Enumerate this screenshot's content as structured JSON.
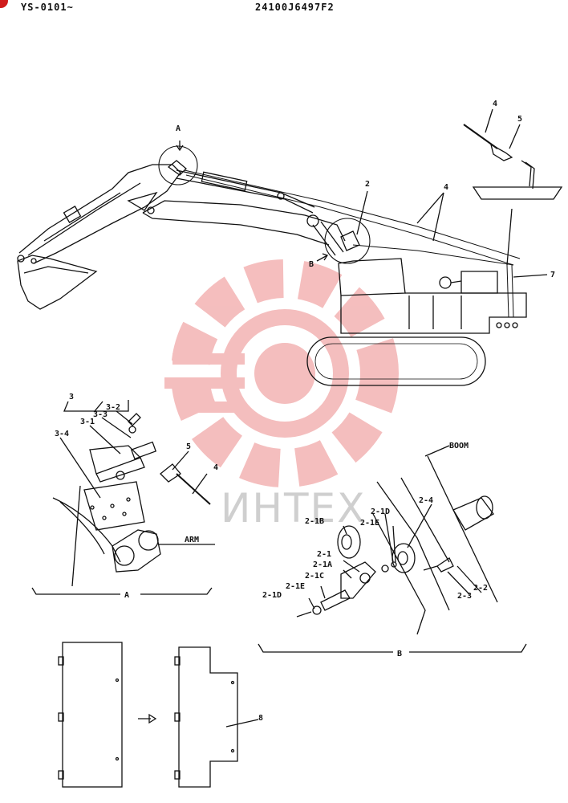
{
  "header": {
    "left": "YS-0101~",
    "right": "24100J6497F2"
  },
  "watermark": {
    "text": "ИНТЕХ",
    "color": "#f3b3b3"
  },
  "labels": {
    "A_top": "A",
    "n2": "2",
    "n4_top": "4",
    "n5_top": "5",
    "n4_main": "4",
    "n7": "7",
    "B_main": "B",
    "d3": "3",
    "d3_2": "3-2",
    "d3_3": "3-3",
    "d3_1": "3-1",
    "d3_4": "3-4",
    "d5": "5",
    "d4": "4",
    "arm": "ARM",
    "A_detail": "A",
    "boom": "BOOM",
    "d2_1D_top": "2-1D",
    "d2_4": "2-4",
    "d2_1E_top": "2-1E",
    "d2_1B": "2-1B",
    "d2_1": "2-1",
    "d2_1A": "2-1A",
    "d2_1C": "2-1C",
    "d2_1E_low": "2-1E",
    "d2_1D_low": "2-1D",
    "d2_2": "2-2",
    "d2_3": "2-3",
    "B_detail": "B",
    "n8": "8"
  }
}
